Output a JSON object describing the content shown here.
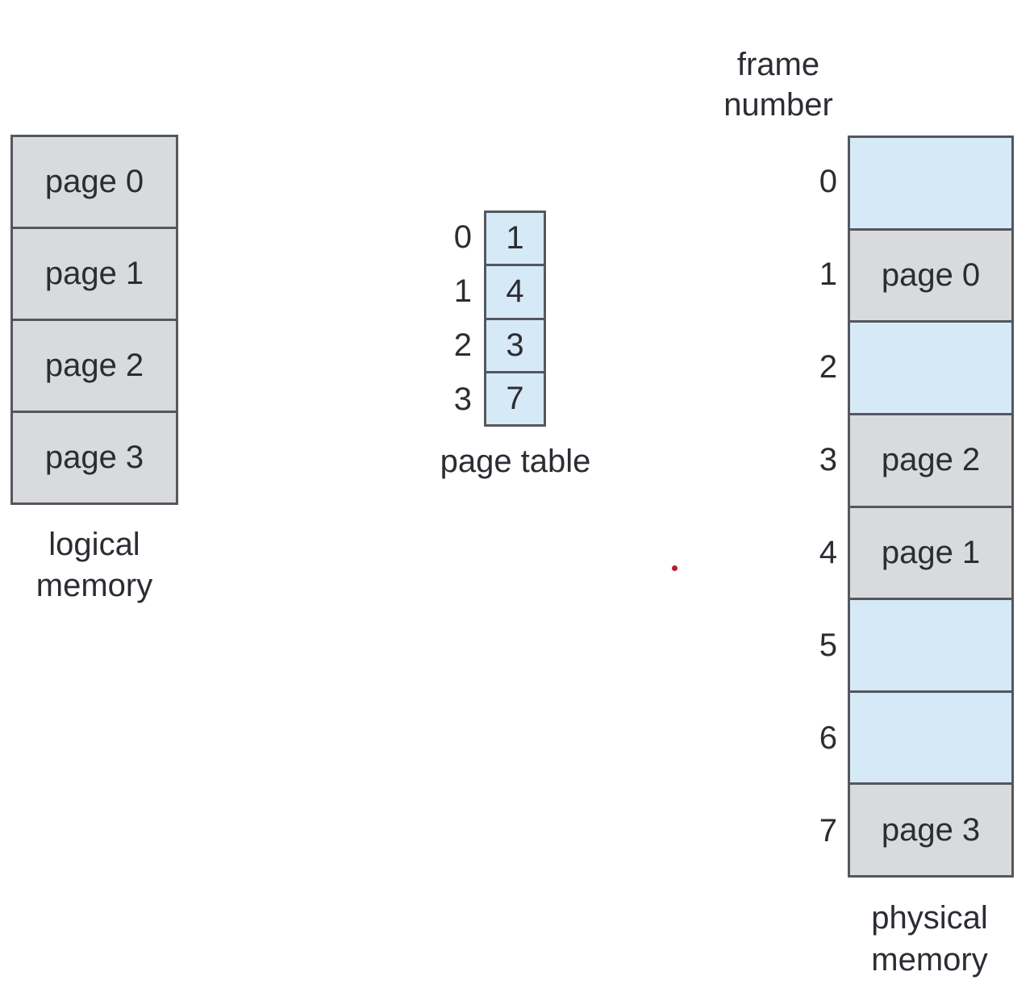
{
  "colors": {
    "bg": "#ffffff",
    "cell-gray": "#d9dadb",
    "cell-blue": "#d6e9f7",
    "line": "#53575e",
    "text": "#2b2d33",
    "dot-red": "#b02025"
  },
  "logical_memory": {
    "caption_line1": "logical",
    "caption_line2": "memory",
    "cells": [
      {
        "label": "page 0"
      },
      {
        "label": "page 1"
      },
      {
        "label": "page 2"
      },
      {
        "label": "page 3"
      }
    ]
  },
  "page_table": {
    "caption": "page table",
    "rows": [
      {
        "index": "0",
        "value": "1"
      },
      {
        "index": "1",
        "value": "4"
      },
      {
        "index": "2",
        "value": "3"
      },
      {
        "index": "3",
        "value": "7"
      }
    ]
  },
  "physical_memory": {
    "header_line1": "frame",
    "header_line2": "number",
    "caption_line1": "physical",
    "caption_line2": "memory",
    "frames": [
      {
        "number": "0",
        "label": "",
        "state": "empty"
      },
      {
        "number": "1",
        "label": "page 0",
        "state": "filled"
      },
      {
        "number": "2",
        "label": "",
        "state": "empty"
      },
      {
        "number": "3",
        "label": "page 2",
        "state": "filled"
      },
      {
        "number": "4",
        "label": "page 1",
        "state": "filled"
      },
      {
        "number": "5",
        "label": "",
        "state": "empty"
      },
      {
        "number": "6",
        "label": "",
        "state": "empty"
      },
      {
        "number": "7",
        "label": "page 3",
        "state": "filled"
      }
    ]
  }
}
